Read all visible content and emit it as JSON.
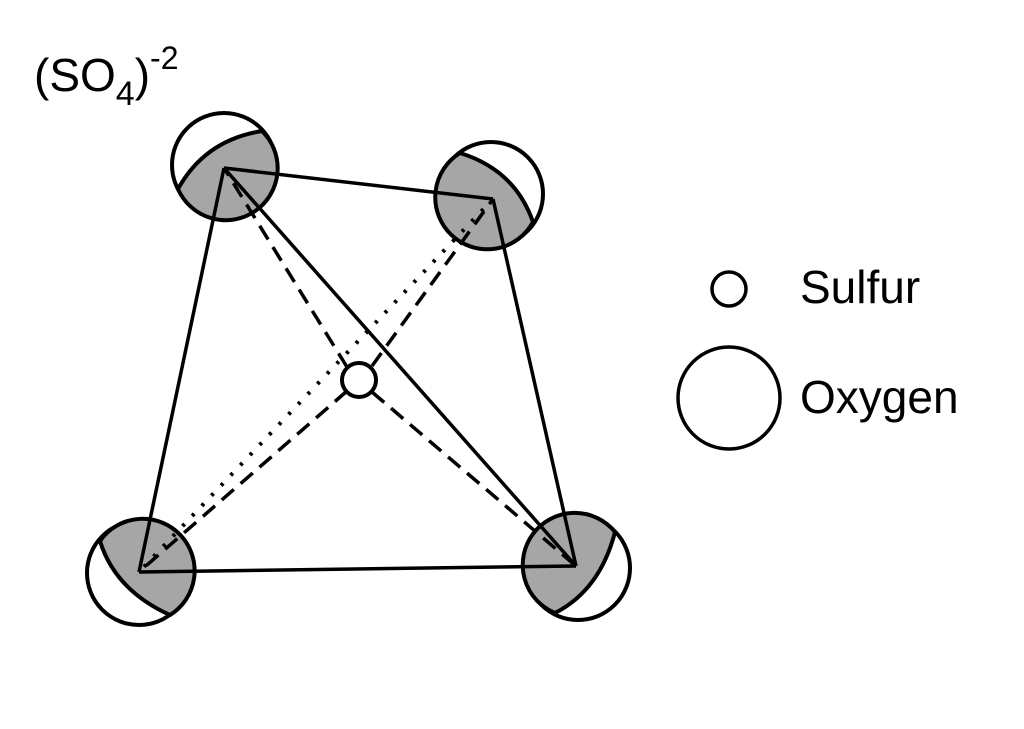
{
  "title": {
    "prefix": "(SO",
    "subscript": "4",
    "suffix": ")",
    "superscript": "-2"
  },
  "legend": [
    {
      "label": "Sulfur",
      "symbol": "small-circle"
    },
    {
      "label": "Oxygen",
      "symbol": "large-circle"
    }
  ],
  "colors": {
    "stroke": "#000000",
    "shaded": "#a6a6a6",
    "atom_fill": "#ffffff"
  },
  "atoms": {
    "center": {
      "element": "Sulfur"
    },
    "vertices": [
      {
        "element": "Oxygen",
        "position": "top-left"
      },
      {
        "element": "Oxygen",
        "position": "top-right"
      },
      {
        "element": "Oxygen",
        "position": "bottom-left"
      },
      {
        "element": "Oxygen",
        "position": "bottom-right"
      }
    ]
  }
}
